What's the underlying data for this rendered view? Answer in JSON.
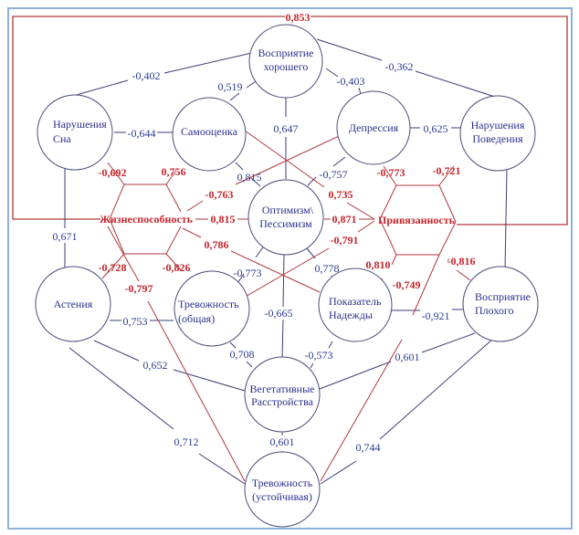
{
  "colors": {
    "frame": "#8fb0d8",
    "blue_line": "#3a3f78",
    "red_line": "#b0373d",
    "node_text": "#2b2f8f",
    "red_text": "#c8242b"
  },
  "nodes": {
    "good_perception": [
      "Восприятие",
      "хорошего"
    ],
    "sleep": [
      "Нарушения",
      "Сна"
    ],
    "self_esteem": [
      "Самооценка"
    ],
    "depression": [
      "Депрессия"
    ],
    "behavior": [
      "Нарушения",
      "Поведения"
    ],
    "optimism": [
      "Оптимизм\\",
      "Пессимизм"
    ],
    "asthenia": [
      "Астения"
    ],
    "anxiety_general": [
      "Тревожность",
      "(общая)"
    ],
    "hope": [
      "Показатель",
      "Надежды"
    ],
    "bad_perception": [
      "Восприятие",
      "Плохого"
    ],
    "vegetative": [
      "Вегетативные",
      "Расстройства"
    ],
    "anxiety_stable": [
      "Тревожность",
      "(устойчивая)"
    ]
  },
  "hubs": {
    "vitality": "Жизнеспособность",
    "attachment": "Привязанность"
  },
  "edges": {
    "frame_top": "0,853",
    "good_sleep": "-0,402",
    "good_behavior": "-0,362",
    "good_self": "0,519",
    "good_depr": "-0,403",
    "good_opt": "0,647",
    "sleep_self": "-0,644",
    "depr_behavior": "0,625",
    "self_opt": "0,815",
    "depr_opt": "-0,757",
    "sleep_asthenia": "0,671",
    "opt_anxg": "-0,773",
    "opt_hope": "0,778",
    "opt_veg": "-0,665",
    "asth_anxg": "0,753",
    "hope_bad": "-0,921",
    "anxg_veg": "0,708",
    "hope_veg": "-0,573",
    "asth_veg": "0,652",
    "bad_veg": "0,601",
    "veg_anxs": "0,601",
    "asth_anxs": "0,712",
    "bad_anxs": "0,744",
    "vit_sleep": "-0,692",
    "vit_self": "0,756",
    "vit_depr": "-0,763",
    "vit_opt": "0,815",
    "vit_hope": "0,786",
    "vit_asth": "-0,728",
    "vit_anxg": "-0,826",
    "vit_anxs": "-0,797",
    "att_depr": "-0,773",
    "att_behavior": "-0,721",
    "att_self": "0,735",
    "att_opt": "0,871",
    "att_anxg": "-0,791",
    "att_hope": "0,810",
    "att_bad": "-0,816",
    "att_anxs": "-0,749"
  }
}
